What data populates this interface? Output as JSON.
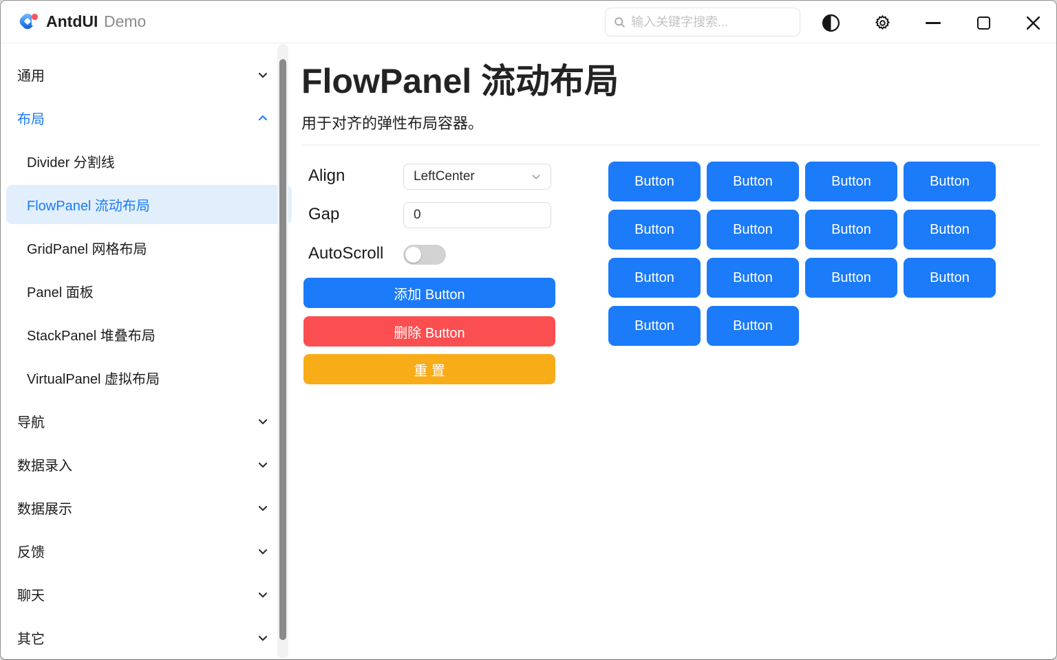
{
  "header": {
    "app_name": "AntdUI",
    "app_subtitle": "Demo",
    "search_placeholder": "输入关键字搜索..."
  },
  "sidebar": {
    "items": [
      {
        "label": "通用",
        "type": "group",
        "state": "collapsed"
      },
      {
        "label": "布局",
        "type": "group",
        "state": "expanded",
        "active": true
      },
      {
        "label": "Divider 分割线",
        "type": "item"
      },
      {
        "label": "FlowPanel 流动布局",
        "type": "item",
        "selected": true
      },
      {
        "label": "GridPanel 网格布局",
        "type": "item"
      },
      {
        "label": "Panel 面板",
        "type": "item"
      },
      {
        "label": "StackPanel 堆叠布局",
        "type": "item"
      },
      {
        "label": "VirtualPanel 虚拟布局",
        "type": "item"
      },
      {
        "label": "导航",
        "type": "group",
        "state": "collapsed"
      },
      {
        "label": "数据录入",
        "type": "group",
        "state": "collapsed"
      },
      {
        "label": "数据展示",
        "type": "group",
        "state": "collapsed"
      },
      {
        "label": "反馈",
        "type": "group",
        "state": "collapsed"
      },
      {
        "label": "聊天",
        "type": "group",
        "state": "collapsed"
      },
      {
        "label": "其它",
        "type": "group",
        "state": "collapsed"
      }
    ]
  },
  "main": {
    "title": "FlowPanel 流动布局",
    "subtitle": "用于对齐的弹性布局容器。",
    "controls": {
      "align_label": "Align",
      "align_value": "LeftCenter",
      "gap_label": "Gap",
      "gap_value": "0",
      "autoscroll_label": "AutoScroll",
      "autoscroll_state": "off"
    },
    "actions": {
      "add_label": "添加 Button",
      "delete_label": "删除 Button",
      "reset_label": "重 置"
    },
    "flow": {
      "buttons": [
        "Button",
        "Button",
        "Button",
        "Button",
        "Button",
        "Button",
        "Button",
        "Button",
        "Button",
        "Button",
        "Button",
        "Button",
        "Button",
        "Button"
      ]
    }
  },
  "colors": {
    "primary": "#1B7BF8",
    "danger": "#FB4E50",
    "warning": "#F8AC18",
    "selected_bg": "#E1EFFC"
  }
}
